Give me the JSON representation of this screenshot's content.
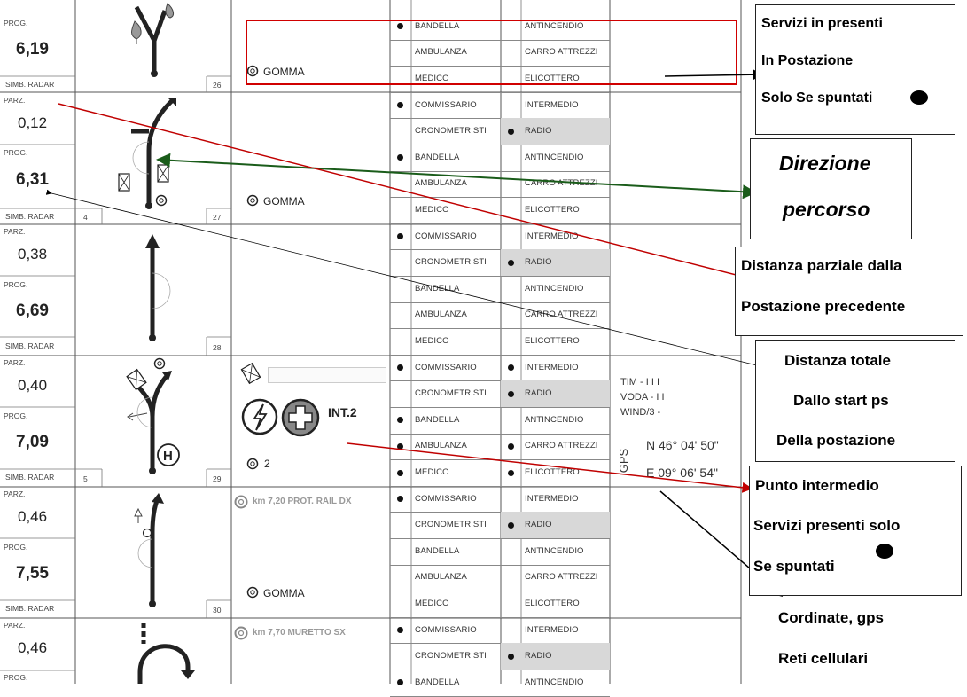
{
  "colors": {
    "red_line": "#c00000",
    "green_line": "#1a5c1a",
    "grey_cell": "#d8d8d8"
  },
  "rows": [
    {
      "parz_label": "",
      "parz": "",
      "prog_label": "PROG.",
      "prog": "6,19",
      "radar": "SIMB. RADAR",
      "radar_num": "",
      "num": "26",
      "note": "GOMMA"
    },
    {
      "parz_label": "PARZ.",
      "parz": "0,12",
      "prog_label": "PROG.",
      "prog": "6,31",
      "radar": "SIMB. RADAR",
      "radar_num": "4",
      "num": "27",
      "note": "GOMMA"
    },
    {
      "parz_label": "PARZ.",
      "parz": "0,38",
      "prog_label": "PROG.",
      "prog": "6,69",
      "radar": "SIMB. RADAR",
      "radar_num": "",
      "num": "28",
      "note": ""
    },
    {
      "parz_label": "PARZ.",
      "parz": "0,40",
      "prog_label": "PROG.",
      "prog": "7,09",
      "radar": "SIMB. RADAR",
      "radar_num": "5",
      "num": "29",
      "note": "2"
    },
    {
      "parz_label": "PARZ.",
      "parz": "0,46",
      "prog_label": "PROG.",
      "prog": "7,55",
      "radar": "SIMB. RADAR",
      "radar_num": "",
      "num": "30",
      "note": "GOMMA"
    },
    {
      "parz_label": "PARZ.",
      "parz": "0,46",
      "prog_label": "PROG.",
      "prog": "",
      "radar": "",
      "radar_num": "",
      "num": "",
      "note": ""
    }
  ],
  "services": {
    "left": [
      "BANDELLA",
      "AMBULANZA",
      "MEDICO",
      "COMMISSARIO",
      "CRONOMETRISTI",
      "BANDELLA",
      "AMBULANZA",
      "MEDICO",
      "COMMISSARIO",
      "CRONOMETRISTI",
      "BANDELLA",
      "AMBULANZA",
      "MEDICO",
      "COMMISSARIO",
      "CRONOMETRISTI",
      "BANDELLA",
      "AMBULANZA",
      "MEDICO",
      "COMMISSARIO",
      "CRONOMETRISTI",
      "BANDELLA",
      "AMBULANZA",
      "MEDICO",
      "COMMISSARIO",
      "CRONOMETRISTI",
      "BANDELLA"
    ],
    "right": [
      "ANTINCENDIO",
      "CARRO ATTREZZI",
      "ELICOTTERO",
      "INTERMEDIO",
      "RADIO",
      "ANTINCENDIO",
      "CARRO ATTREZZI",
      "ELICOTTERO",
      "INTERMEDIO",
      "RADIO",
      "ANTINCENDIO",
      "CARRO ATTREZZI",
      "ELICOTTERO",
      "INTERMEDIO",
      "RADIO",
      "ANTINCENDIO",
      "CARRO ATTREZZI",
      "ELICOTTERO",
      "INTERMEDIO",
      "RADIO",
      "ANTINCENDIO",
      "CARRO ATTREZZI",
      "ELICOTTERO",
      "INTERMEDIO",
      "RADIO",
      "ANTINCENDIO"
    ],
    "left_dots": [
      true,
      false,
      false,
      true,
      false,
      true,
      false,
      false,
      true,
      false,
      false,
      false,
      false,
      true,
      false,
      true,
      true,
      true,
      true,
      false,
      false,
      false,
      false,
      true,
      false,
      true
    ],
    "right_dots": [
      false,
      false,
      false,
      false,
      true,
      false,
      false,
      false,
      false,
      true,
      false,
      false,
      false,
      true,
      true,
      false,
      true,
      true,
      false,
      true,
      false,
      false,
      false,
      false,
      true,
      false
    ],
    "right_grey": [
      false,
      false,
      false,
      false,
      true,
      false,
      false,
      false,
      false,
      true,
      false,
      false,
      false,
      false,
      true,
      false,
      false,
      false,
      false,
      true,
      false,
      false,
      false,
      false,
      true,
      false
    ]
  },
  "notes": {
    "int2": "INT.2",
    "km_720": "km 7,20 PROT. RAIL DX",
    "km_770": "km 7,70 MURETTO SX"
  },
  "network": {
    "line1": "TIM - I I I",
    "line2": "VODA - I I",
    "line3": "WIND/3 -"
  },
  "gps": {
    "label": "GPS",
    "north": "N  46° 04' 50\"",
    "east": "E  09° 06' 54\""
  },
  "annotations": {
    "servizi": [
      "Servizi in  presenti",
      "In  Postazione",
      "Solo Se spuntati"
    ],
    "direzione": [
      "Direzione",
      "percorso"
    ],
    "parziale": [
      "Distanza parziale dalla",
      "Postazione precedente"
    ],
    "totale": [
      "Distanza totale",
      "Dallo start ps",
      "Della postazione"
    ],
    "intermedio": [
      "Punto intermedio",
      "Servizi presenti solo",
      "Se spuntati"
    ],
    "cordinate": [
      "Cordinate, gps",
      "Reti cellulari"
    ]
  }
}
